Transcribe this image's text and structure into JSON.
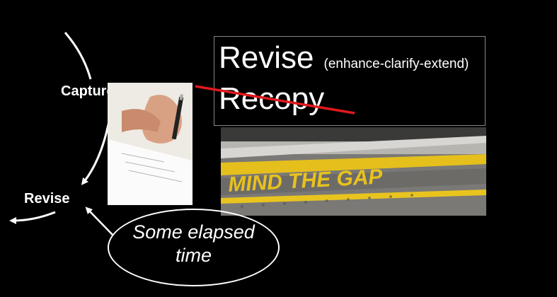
{
  "cycle": {
    "capture_label": "Capture",
    "revise_label": "Revise"
  },
  "box": {
    "title": "Revise",
    "subtitle": "(enhance-clarify-extend)",
    "struck_word": "Recopy",
    "strike_color": "#e0191c"
  },
  "note": {
    "line1": "Some elapsed",
    "line2": "time"
  },
  "photos": {
    "writing": "hand-writing-photo",
    "gap": "mind-the-gap-photo",
    "gap_text": "MIND THE GAP"
  }
}
